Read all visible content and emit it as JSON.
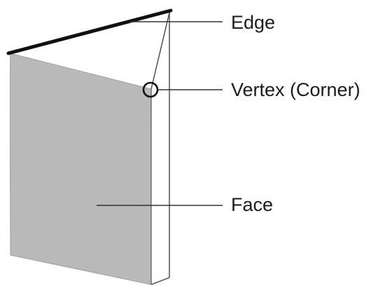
{
  "labels": {
    "edge": "Edge",
    "vertex": "Vertex (Corner)",
    "face": "Face"
  },
  "colors": {
    "face_fill": "#b9b9b9",
    "edge_stroke": "#111111",
    "thin_lines": "#444444",
    "text": "#1c1c1c"
  }
}
